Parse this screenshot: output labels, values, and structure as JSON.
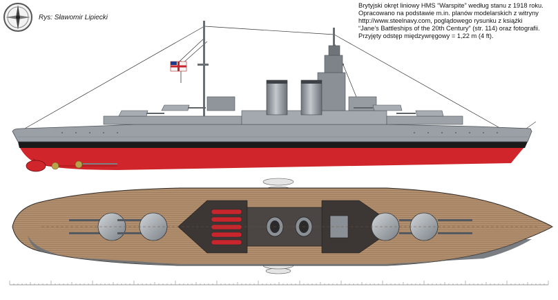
{
  "author": "Rys: Sławomir Lipiecki",
  "description": [
    "Brytyjski okręt liniowy HMS “Warspite” według stanu z 1918 roku.",
    "Opracowano na podstawie m.in. planów modelarskich z witryny",
    "http://www.steelnavy.com, poglądowego rysunku z książki",
    "“Jane’s Battleships of the 20th Century” (str. 114) oraz fotografii.",
    "Przyjęty odstęp międzywręgowy = 1,22 m (4 ft)."
  ],
  "colors": {
    "hull_grey": "#9aa0a6",
    "antifouling_red": "#d0262b",
    "deck_wood": "#b08e6e",
    "dark_deck": "#3c3634"
  },
  "icons": [
    "compass-logo-icon",
    "ensign-flag-icon"
  ]
}
